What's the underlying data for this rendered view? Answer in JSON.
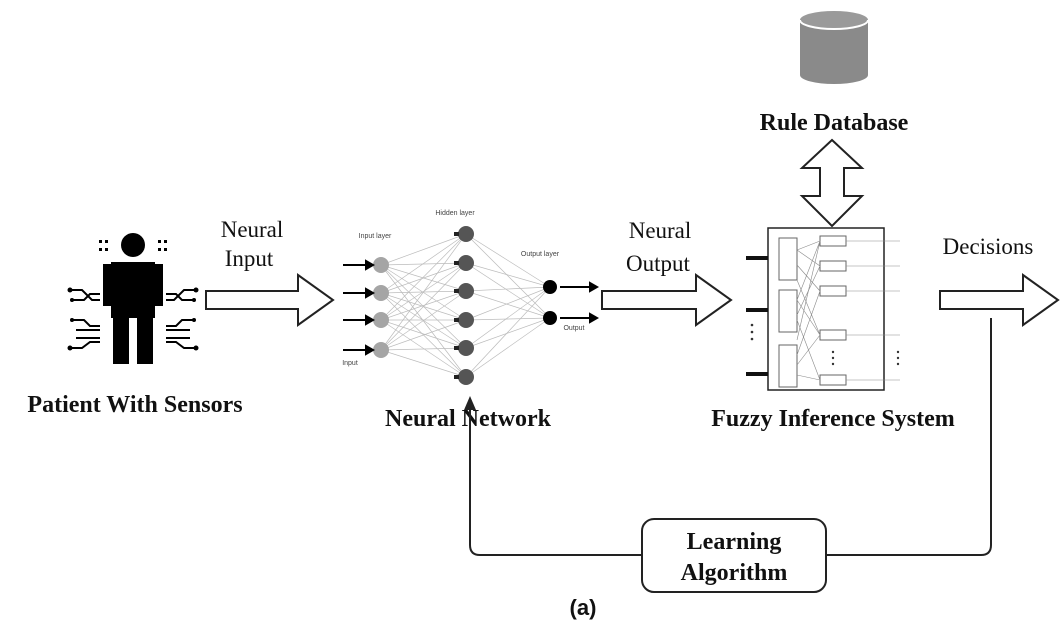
{
  "labels": {
    "patient": "Patient With Sensors",
    "neural_input_line1": "Neural",
    "neural_input_line2": "Input",
    "neural_network": "Neural Network",
    "neural_output_line1": "Neural",
    "neural_output_line2": "Output",
    "rule_database": "Rule Database",
    "decisions": "Decisions",
    "fuzzy_system": "Fuzzy Inference System",
    "learning_line1": "Learning",
    "learning_line2": "Algorithm",
    "caption": "(a)"
  },
  "nn_inset": {
    "input_layer": "Input layer",
    "hidden_layer": "Hidden layer",
    "output_layer": "Output layer",
    "input_tag": "Input",
    "output_tag": "Output"
  },
  "colors": {
    "database": "#8a8a8a",
    "input_nodes": "#a5a5a5",
    "hidden_nodes": "#555555",
    "output_nodes": "#000000",
    "stroke": "#222222"
  }
}
